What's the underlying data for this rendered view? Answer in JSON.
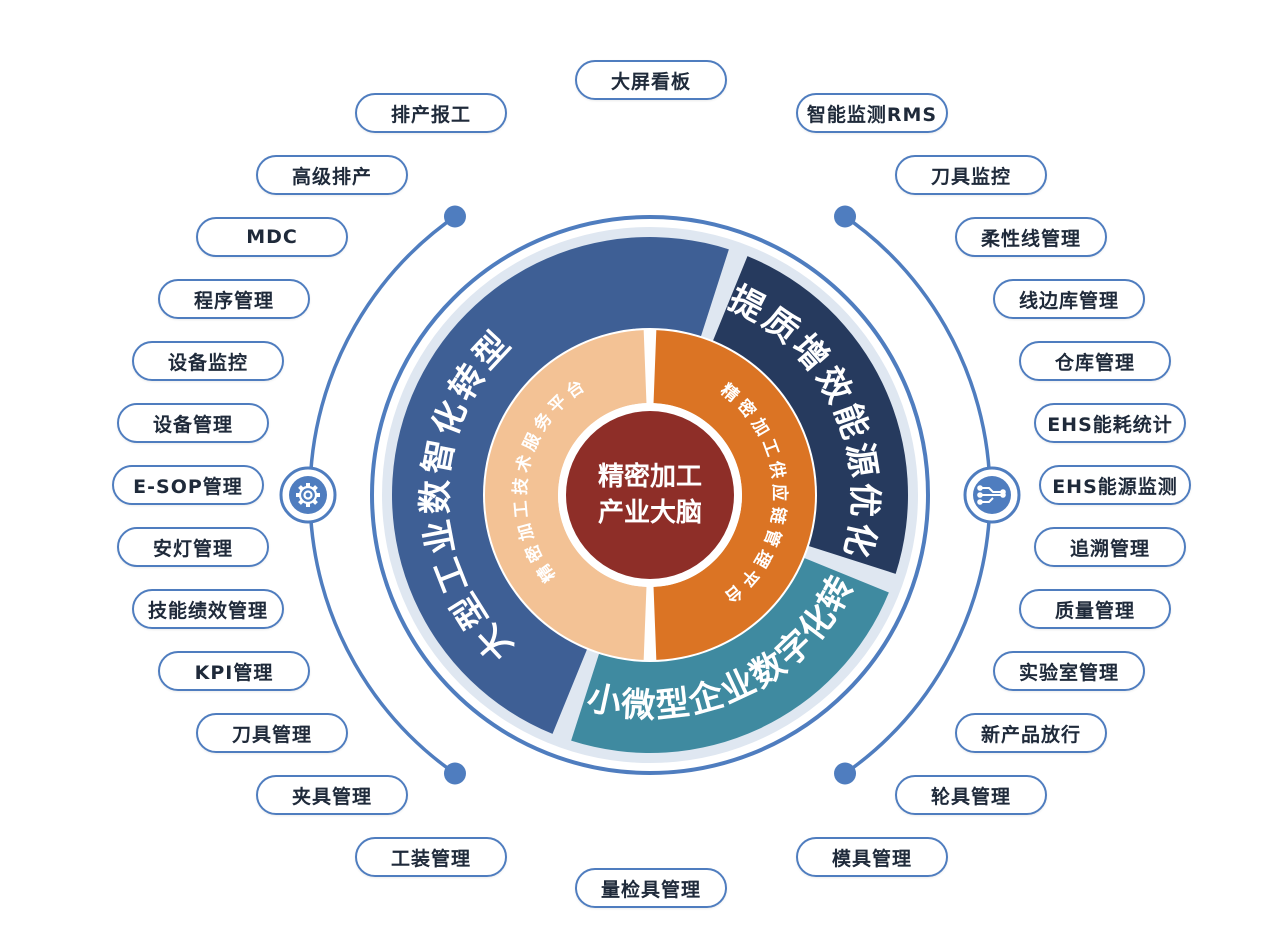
{
  "center": {
    "line1": "精密加工",
    "line2": "产业大脑"
  },
  "inner_ring": {
    "left": "精密加工技术服务平台",
    "right": "精密加工供应链管理平台"
  },
  "outer_ring": {
    "top": "提质增效能源优化",
    "left": "大型工业数智化转型",
    "bottom": "中小微型企业数字化转型"
  },
  "icons": {
    "left": "gear-icon",
    "right": "circuit-chip-icon"
  },
  "colors": {
    "navy": "#263a5e",
    "blue": "#3e5f95",
    "teal": "#3f8aa0",
    "peach": "#f3c295",
    "orange": "#db7424",
    "center": "#8e2e28",
    "line": "#4f7dbf",
    "ring_bg": "#dfe7f1"
  },
  "left_items": [
    "排产报工",
    "高级排产",
    "MDC",
    "程序管理",
    "设备监控",
    "设备管理",
    "E-SOP管理",
    "安灯管理",
    "技能绩效管理",
    "KPI管理",
    "刀具管理",
    "夹具管理",
    "工装管理"
  ],
  "right_items": [
    "智能监测RMS",
    "刀具监控",
    "柔性线管理",
    "线边库管理",
    "仓库管理",
    "EHS能耗统计",
    "EHS能源监测",
    "追溯管理",
    "质量管理",
    "实验室管理",
    "新产品放行",
    "轮具管理",
    "模具管理"
  ],
  "top_item": "大屏看板",
  "bottom_item": "量检具管理"
}
